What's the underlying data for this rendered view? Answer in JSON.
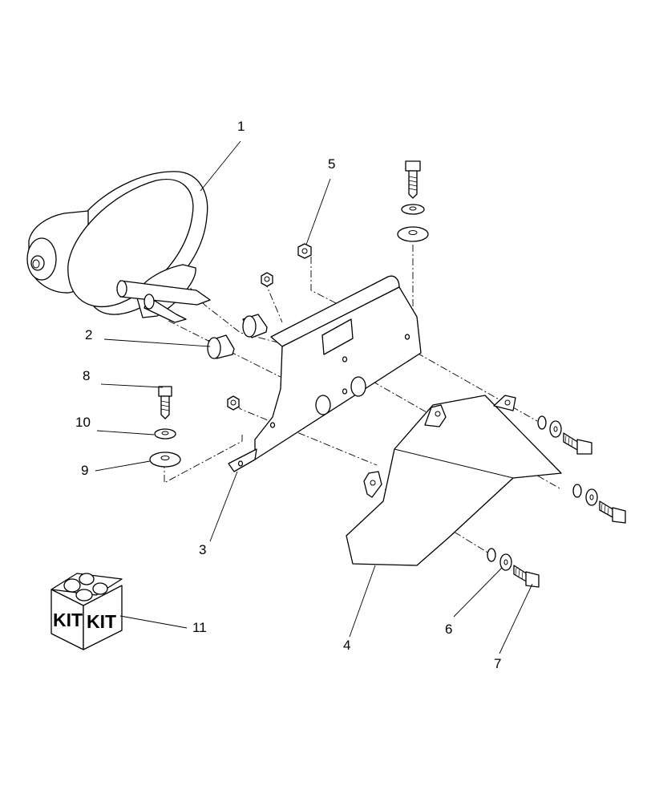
{
  "callouts": {
    "c1": "1",
    "c2": "2",
    "c3": "3",
    "c4": "4",
    "c5": "5",
    "c6": "6",
    "c7": "7",
    "c8": "8",
    "c9": "9",
    "c10": "10",
    "c11": "11"
  },
  "kit": {
    "label_left": "KIT",
    "label_right": "KIT"
  }
}
